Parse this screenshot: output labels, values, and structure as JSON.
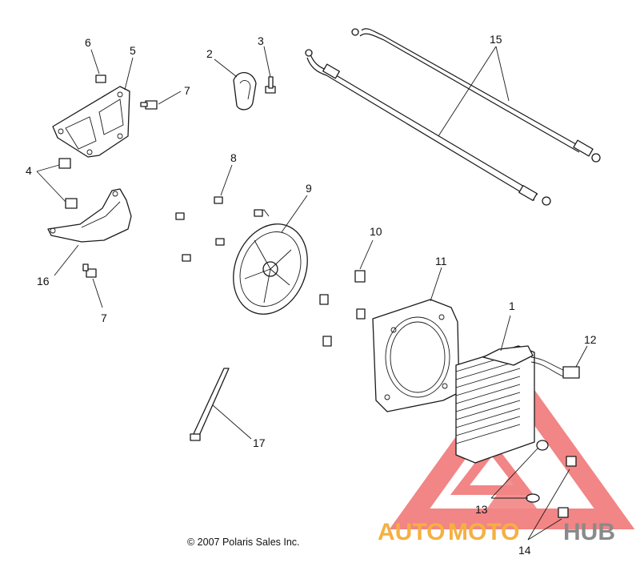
{
  "callouts": [
    {
      "id": "c1",
      "label": "1"
    },
    {
      "id": "c2",
      "label": "2"
    },
    {
      "id": "c3",
      "label": "3"
    },
    {
      "id": "c4",
      "label": "4"
    },
    {
      "id": "c5",
      "label": "5"
    },
    {
      "id": "c6",
      "label": "6"
    },
    {
      "id": "c7a",
      "label": "7"
    },
    {
      "id": "c7b",
      "label": "7"
    },
    {
      "id": "c8",
      "label": "8"
    },
    {
      "id": "c9",
      "label": "9"
    },
    {
      "id": "c10",
      "label": "10"
    },
    {
      "id": "c11",
      "label": "11"
    },
    {
      "id": "c12",
      "label": "12"
    },
    {
      "id": "c13",
      "label": "13"
    },
    {
      "id": "c14",
      "label": "14"
    },
    {
      "id": "c15",
      "label": "15"
    },
    {
      "id": "c16",
      "label": "16"
    },
    {
      "id": "c17",
      "label": "17"
    }
  ],
  "copyright": "© 2007 Polaris Sales Inc.",
  "watermark": {
    "text_auto": "AUTO",
    "text_moto": "MOTO",
    "text_hub": "HUB",
    "color_primary": "#f07070",
    "color_secondary": "#f5b041",
    "color_dark": "#8a8a8a"
  }
}
